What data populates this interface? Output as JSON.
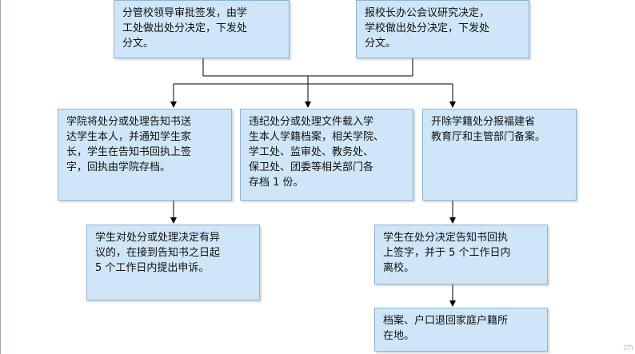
{
  "diagram": {
    "boxes": {
      "approve_left": "分管校领导审批签发，由学\n工处做出处分决定，下发处\n分文。",
      "approve_right": "报校长办公会议研究决定，\n学校做出处分决定，下发处\n分文。",
      "notify_student": "学院将处分或处理告知书送\n达学生本人，并通知学生家\n长，学生在告知书回执上签\n字，回执由学院存档。",
      "file_record": "违纪处分或处理文件载入学\n生本人学籍档案，相关学院、\n学工处、监审处、教务处、\n保卫处、团委等相关部门各\n存档 1 份。",
      "expel_report": "开除学籍处分报福建省\n教育厅和主管部门备案。",
      "appeal": "学生对处分或处理决定有异\n议的，在接到告知书之日起\n5 个工作日内提出申诉。",
      "leave_school": "学生在处分决定告知书回执\n上签字，并于 5 个工作日内\n离校。",
      "return_household": "档案、户口退回家庭户籍所\n在地。"
    },
    "watermark": "zh"
  }
}
